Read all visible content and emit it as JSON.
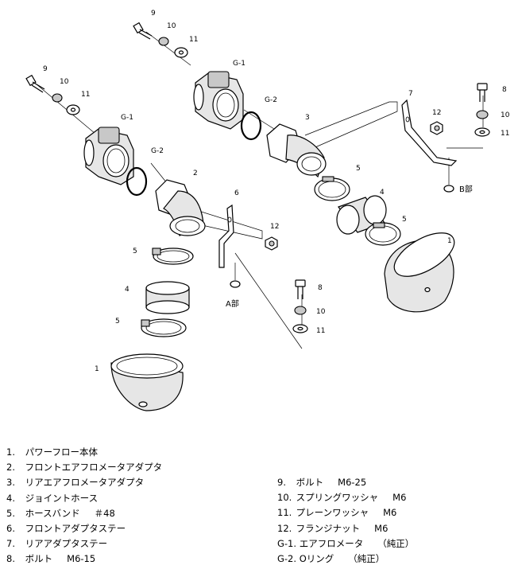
{
  "callouts": {
    "n1": "1",
    "n2": "2",
    "n3": "3",
    "n4": "4",
    "n5": "5",
    "n6": "6",
    "n7": "7",
    "n8": "8",
    "n9": "9",
    "n10": "10",
    "n11": "11",
    "n12": "12",
    "g1": "G-1",
    "g2": "G-2",
    "part_a": "A部",
    "part_b": "B部"
  },
  "legend_left": [
    {
      "num": "1.",
      "name": "パワーフロー本体",
      "spec": ""
    },
    {
      "num": "2.",
      "name": "フロントエアフロメータアダプタ",
      "spec": ""
    },
    {
      "num": "3.",
      "name": "リアエアフロメータアダプタ",
      "spec": ""
    },
    {
      "num": "4.",
      "name": "ジョイントホース",
      "spec": ""
    },
    {
      "num": "5.",
      "name": "ホースバンド",
      "spec": "＃48"
    },
    {
      "num": "6.",
      "name": "フロントアダプタステー",
      "spec": ""
    },
    {
      "num": "7.",
      "name": "リアアダプタステー",
      "spec": ""
    },
    {
      "num": "8.",
      "name": "ボルト",
      "spec": "M6-15"
    }
  ],
  "legend_right": [
    {
      "num": "9.",
      "name": "ボルト",
      "spec": "M6-25"
    },
    {
      "num": "10.",
      "name": "スプリングワッシャ",
      "spec": "M6"
    },
    {
      "num": "11.",
      "name": "プレーンワッシャ",
      "spec": "M6"
    },
    {
      "num": "12.",
      "name": "フランジナット",
      "spec": "M6"
    },
    {
      "num": "G-1.",
      "name": "エアフロメータ",
      "spec": "（純正）"
    },
    {
      "num": "G-2.",
      "name": "Oリング",
      "spec": "（純正）"
    }
  ]
}
